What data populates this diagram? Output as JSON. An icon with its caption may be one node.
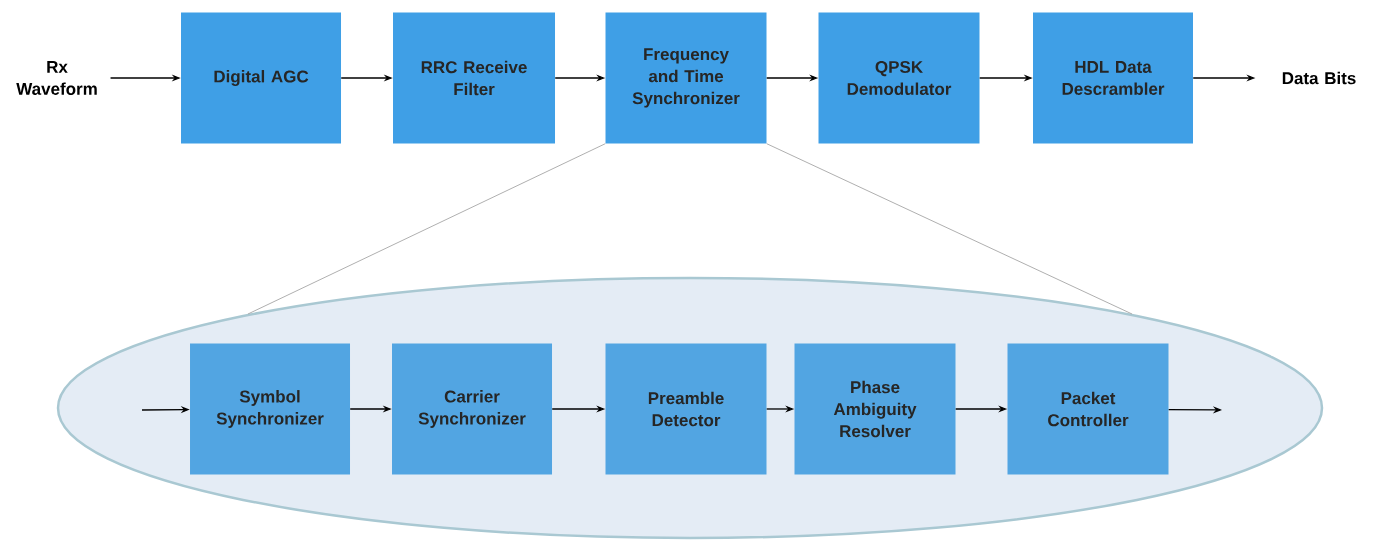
{
  "diagram": {
    "nodes": [
      {
        "text": [
          "Rx Waveform"
        ]
      },
      {
        "text": [
          "Digital AGC"
        ]
      },
      {
        "text": [
          "RRC Receive Filter"
        ]
      },
      {
        "text": [
          "Frequency and Time Synchronizer"
        ]
      },
      {
        "text": [
          "QPSK Demodulator"
        ]
      },
      {
        "text": [
          "HDL Data Descrambler"
        ]
      },
      {
        "text": [
          "Data Bits"
        ]
      },
      {
        "text": [],
        "shape": "ellipse"
      },
      {
        "text": [
          "Symbol Synchronizer"
        ],
        "in": 7
      },
      {
        "text": [
          "Carrier Synchronizer"
        ],
        "in": 7
      },
      {
        "text": [
          "Preamble Detector"
        ],
        "in": 7
      },
      {
        "text": [
          "Phase Ambiguity Resolver"
        ],
        "in": 7
      },
      {
        "text": [
          "Packet Controller"
        ],
        "in": 7
      }
    ],
    "edges": [
      {
        "from": 0,
        "to": 1,
        "arrow": "to"
      },
      {
        "from": 1,
        "to": 2,
        "arrow": "to"
      },
      {
        "from": 2,
        "to": 3,
        "arrow": "to"
      },
      {
        "from": 3,
        "to": 4,
        "arrow": "to"
      },
      {
        "from": 4,
        "to": 5,
        "arrow": "to"
      },
      {
        "from": 5,
        "to": 6,
        "arrow": "to"
      },
      {
        "from": 3,
        "to": 7,
        "arrow": "none",
        "color": "#a6a6a6"
      },
      {
        "from": 3,
        "to": 7,
        "arrow": "none",
        "color": "#a6a6a6"
      },
      {
        "from": null,
        "to": 8,
        "arrow": "to"
      },
      {
        "from": 8,
        "to": 9,
        "arrow": "to"
      },
      {
        "from": 9,
        "to": 10,
        "arrow": "to"
      },
      {
        "from": 10,
        "to": 11,
        "arrow": "to"
      },
      {
        "from": 11,
        "to": 12,
        "arrow": "to"
      },
      {
        "from": 12,
        "to": null,
        "arrow": "to"
      }
    ]
  }
}
